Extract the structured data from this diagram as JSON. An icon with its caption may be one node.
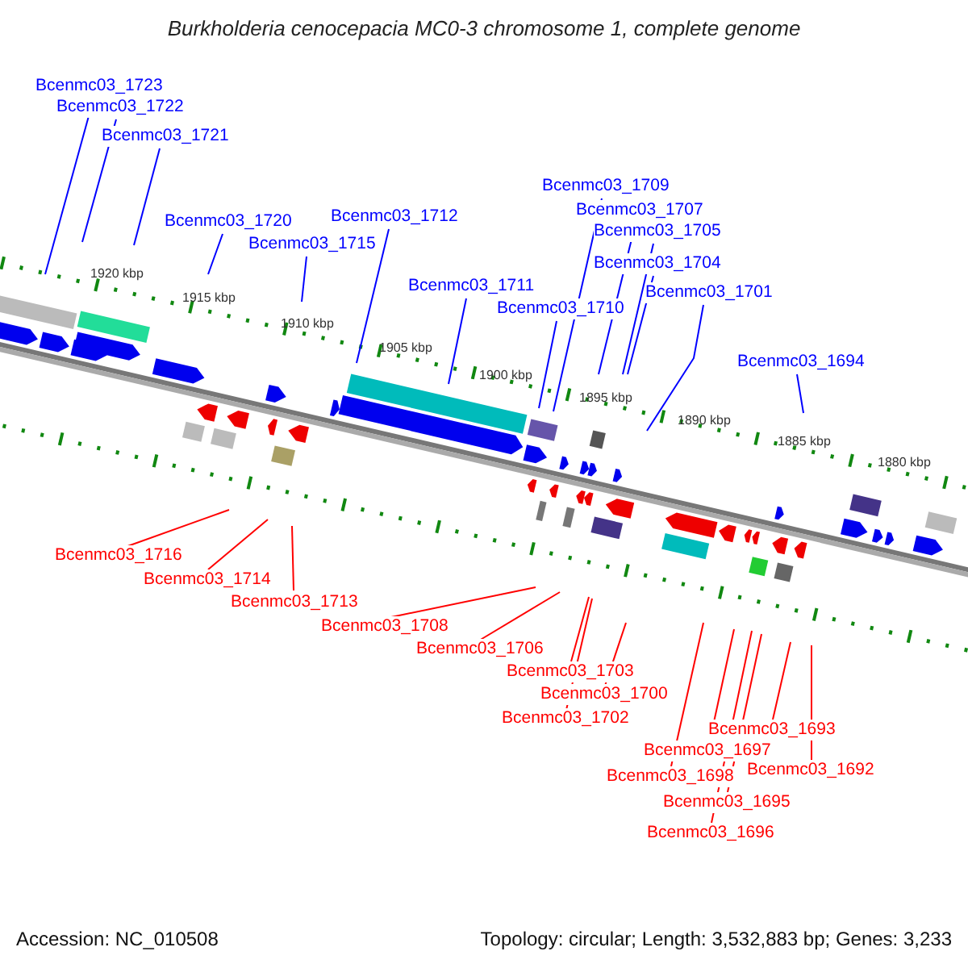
{
  "diagram": {
    "title": "Burkholderia cenocepacia MC0-3 chromosome 1, complete genome",
    "nodes": [
      {
        "text": [
          "Bcenmc03_1723"
        ]
      },
      {
        "text": [
          "Bcenmc03_1722"
        ]
      },
      {
        "text": [
          "Bcenmc03_1721"
        ]
      },
      {
        "text": [
          "Bcenmc03_1720"
        ]
      },
      {
        "text": [
          "Bcenmc03_1715"
        ]
      },
      {
        "text": [
          "Bcenmc03_1712"
        ]
      },
      {
        "text": [
          "Bcenmc03_1711"
        ]
      },
      {
        "text": [
          "Bcenmc03_1710"
        ]
      },
      {
        "text": [
          "Bcenmc03_1709"
        ]
      },
      {
        "text": [
          "Bcenmc03_1707"
        ]
      },
      {
        "text": [
          "Bcenmc03_1705"
        ]
      },
      {
        "text": [
          "Bcenmc03_1704"
        ]
      },
      {
        "text": [
          "Bcenmc03_1701"
        ]
      },
      {
        "text": [
          "Bcenmc03_1694"
        ]
      },
      {
        "text": [
          "Bcenmc03_1716"
        ]
      },
      {
        "text": [
          "Bcenmc03_1714"
        ]
      },
      {
        "text": [
          "Bcenmc03_1713"
        ]
      },
      {
        "text": [
          "Bcenmc03_1708"
        ]
      },
      {
        "text": [
          "Bcenmc03_1706"
        ]
      },
      {
        "text": [
          "Bcenmc03_1703"
        ]
      },
      {
        "text": [
          "Bcenmc03_1700"
        ]
      },
      {
        "text": [
          "Bcenmc03_1702"
        ]
      },
      {
        "text": [
          "Bcenmc03_1697"
        ]
      },
      {
        "text": [
          "Bcenmc03_1698"
        ]
      },
      {
        "text": [
          "Bcenmc03_1693"
        ]
      },
      {
        "text": [
          "Bcenmc03_1692"
        ]
      },
      {
        "text": [
          "Bcenmc03_1695"
        ]
      },
      {
        "text": [
          "Bcenmc03_1696"
        ]
      }
    ],
    "edges": [
      {
        "from": 0,
        "to": null,
        "arrow": "none",
        "color": "#0000ff"
      },
      {
        "from": 1,
        "to": null,
        "arrow": "none",
        "color": "#0000ff"
      },
      {
        "from": 2,
        "to": null,
        "arrow": "none",
        "color": "#0000ff"
      },
      {
        "from": 3,
        "to": null,
        "arrow": "none",
        "color": "#0000ff"
      },
      {
        "from": 4,
        "to": null,
        "arrow": "none",
        "color": "#0000ff"
      },
      {
        "from": 5,
        "to": null,
        "arrow": "none",
        "color": "#0000ff"
      },
      {
        "from": 6,
        "to": null,
        "arrow": "none",
        "color": "#0000ff"
      },
      {
        "from": 7,
        "to": null,
        "arrow": "none",
        "color": "#0000ff"
      },
      {
        "from": 8,
        "to": null,
        "arrow": "none",
        "color": "#0000ff"
      },
      {
        "from": 9,
        "to": null,
        "arrow": "none",
        "color": "#0000ff"
      },
      {
        "from": 10,
        "to": null,
        "arrow": "none",
        "color": "#0000ff"
      },
      {
        "from": 11,
        "to": null,
        "arrow": "none",
        "color": "#0000ff"
      },
      {
        "from": 12,
        "to": null,
        "arrow": "none",
        "color": "#0000ff"
      },
      {
        "from": 13,
        "to": null,
        "arrow": "none",
        "color": "#0000ff"
      },
      {
        "from": 14,
        "to": null,
        "arrow": "none",
        "color": "#ff0000"
      },
      {
        "from": 15,
        "to": null,
        "arrow": "none",
        "color": "#ff0000"
      },
      {
        "from": 16,
        "to": null,
        "arrow": "none",
        "color": "#ff0000"
      },
      {
        "from": 17,
        "to": null,
        "arrow": "none",
        "color": "#ff0000"
      },
      {
        "from": 18,
        "to": null,
        "arrow": "none",
        "color": "#ff0000"
      },
      {
        "from": 19,
        "to": null,
        "arrow": "none",
        "color": "#ff0000"
      },
      {
        "from": 20,
        "to": null,
        "arrow": "none",
        "color": "#ff0000"
      },
      {
        "from": 21,
        "to": null,
        "arrow": "none",
        "color": "#ff0000"
      },
      {
        "from": 22,
        "to": null,
        "arrow": "none",
        "color": "#ff0000"
      },
      {
        "from": 23,
        "to": null,
        "arrow": "none",
        "color": "#ff0000"
      },
      {
        "from": 24,
        "to": null,
        "arrow": "none",
        "color": "#ff0000"
      },
      {
        "from": 25,
        "to": null,
        "arrow": "none",
        "color": "#ff0000"
      },
      {
        "from": 26,
        "to": null,
        "arrow": "none",
        "color": "#ff0000"
      },
      {
        "from": 27,
        "to": null,
        "arrow": "none",
        "color": "#ff0000"
      }
    ],
    "labels": [
      "1920 kbp",
      "1915 kbp",
      "1910 kbp",
      "1905 kbp",
      "1900 kbp",
      "1895 kbp",
      "1890 kbp",
      "1885 kbp",
      "1880 kbp",
      "Accession: NC_010508",
      "Topology: circular; Length: 3,532,883 bp; Genes: 3,233"
    ]
  }
}
